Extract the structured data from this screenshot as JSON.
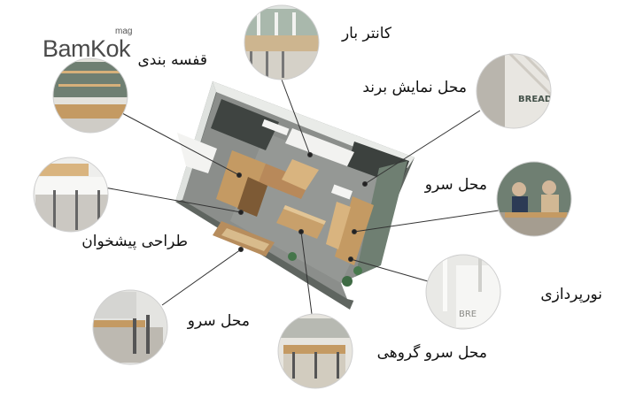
{
  "logo": {
    "text": "BamKok",
    "tag": "mag"
  },
  "labels": {
    "bar_counter": "کانتر بار",
    "shelving": "قفسه بندی",
    "brand_display": "محل نمایش برند",
    "serving_right": "محل سرو",
    "counter_design": "طراحی پیشخوان",
    "lighting": "نورپردازی",
    "serving_bottom": "محل سرو",
    "group_serving": "محل سرو گروهی"
  },
  "photos": {
    "brand_wall_text": "BREAD LAB",
    "lighting_sign_text": "BRE"
  },
  "colors": {
    "wall_green": "#6f7f72",
    "floor_gray": "#8a8c8a",
    "wood": "#c49a63",
    "leader": "#333333"
  }
}
